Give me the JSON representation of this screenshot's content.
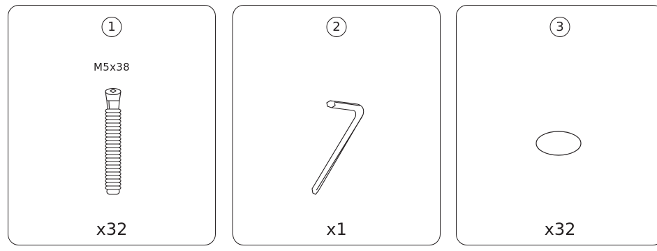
{
  "parts": [
    {
      "number": "1",
      "spec": "M5x38",
      "quantity": "x32",
      "icon": "screw-icon"
    },
    {
      "number": "2",
      "spec": "",
      "quantity": "x1",
      "icon": "allen-key-icon"
    },
    {
      "number": "3",
      "spec": "",
      "quantity": "x32",
      "icon": "cap-cover-icon"
    }
  ]
}
